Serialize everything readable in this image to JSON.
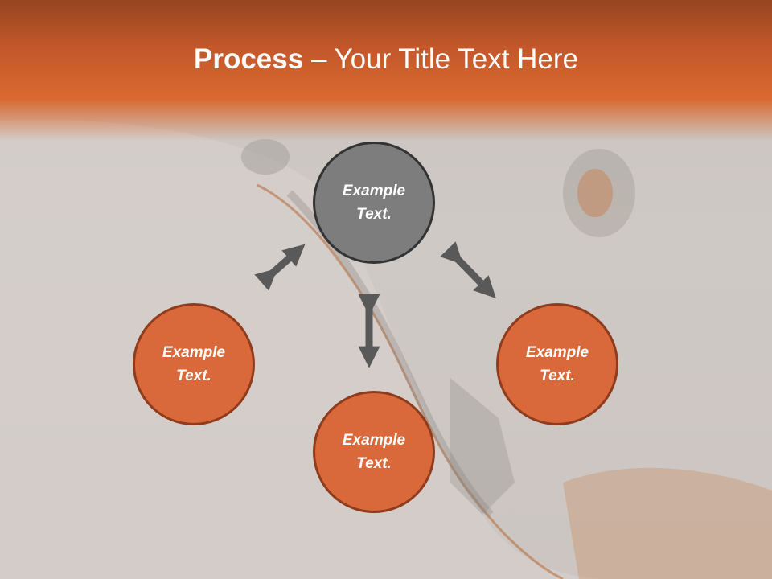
{
  "title": {
    "bold": "Process",
    "rest": " – Your Title Text Here"
  },
  "nodes": {
    "top": "Example Text.",
    "left": "Example Text.",
    "right": "Example Text.",
    "bottom": "Example Text."
  },
  "colors": {
    "header_orange": "#d9692f",
    "node_orange": "#d9693a",
    "node_orange_border": "#8f3b1c",
    "node_gray": "#7d7d7d",
    "node_gray_border": "#333333",
    "arrow": "#595959"
  }
}
